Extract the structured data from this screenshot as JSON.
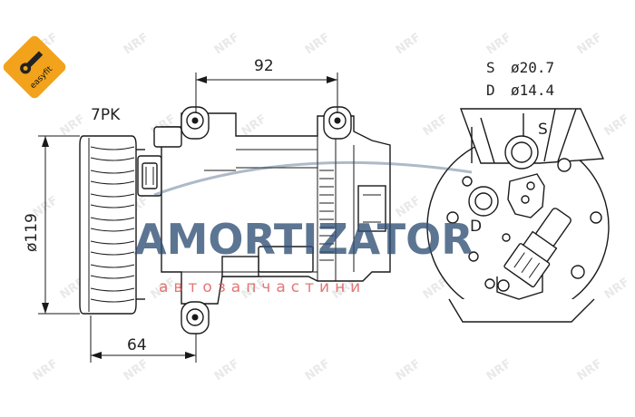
{
  "badge": {
    "label": "easyfit",
    "color": "#f2a31b"
  },
  "dimensions": {
    "width_top": "92",
    "width_bottom": "64",
    "pulley_diameter": "ø119",
    "pulley_grooves": "7PK"
  },
  "ports": {
    "suction": {
      "letter": "S",
      "diameter": "ø20.7"
    },
    "discharge": {
      "letter": "D",
      "diameter": "ø14.4"
    }
  },
  "watermark": {
    "brand": "AMORTIZATOR",
    "subtitle": "автозапчастини",
    "brand_color": "#2f4f74",
    "subtitle_color": "#d9534f",
    "tile_text": "NRF"
  }
}
